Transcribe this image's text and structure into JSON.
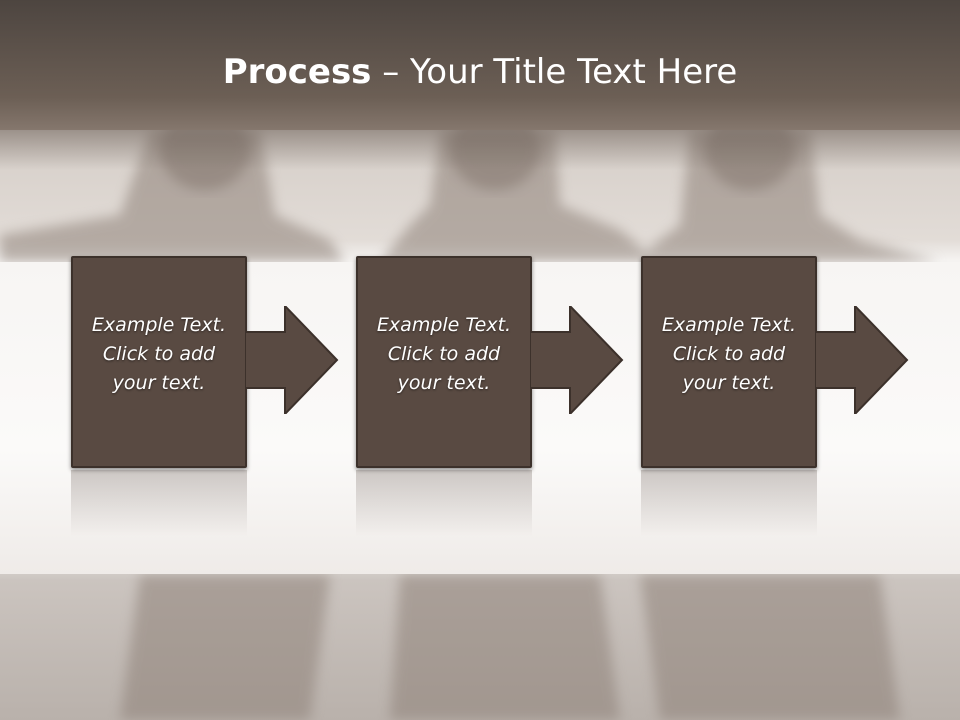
{
  "slide": {
    "title_bold": "Process",
    "title_rest": " – Your Title Text Here"
  },
  "steps": [
    {
      "text": "Example Text.\nClick  to add\nyour text."
    },
    {
      "text": "Example Text.\nClick  to add\nyour text."
    },
    {
      "text": "Example Text.\nClick  to add\nyour text."
    }
  ],
  "colors": {
    "header": "#6c5f55",
    "box_fill": "#594a42",
    "box_border": "#3c312b",
    "text": "#ffffff"
  },
  "icons": [
    "right-arrow-icon"
  ]
}
